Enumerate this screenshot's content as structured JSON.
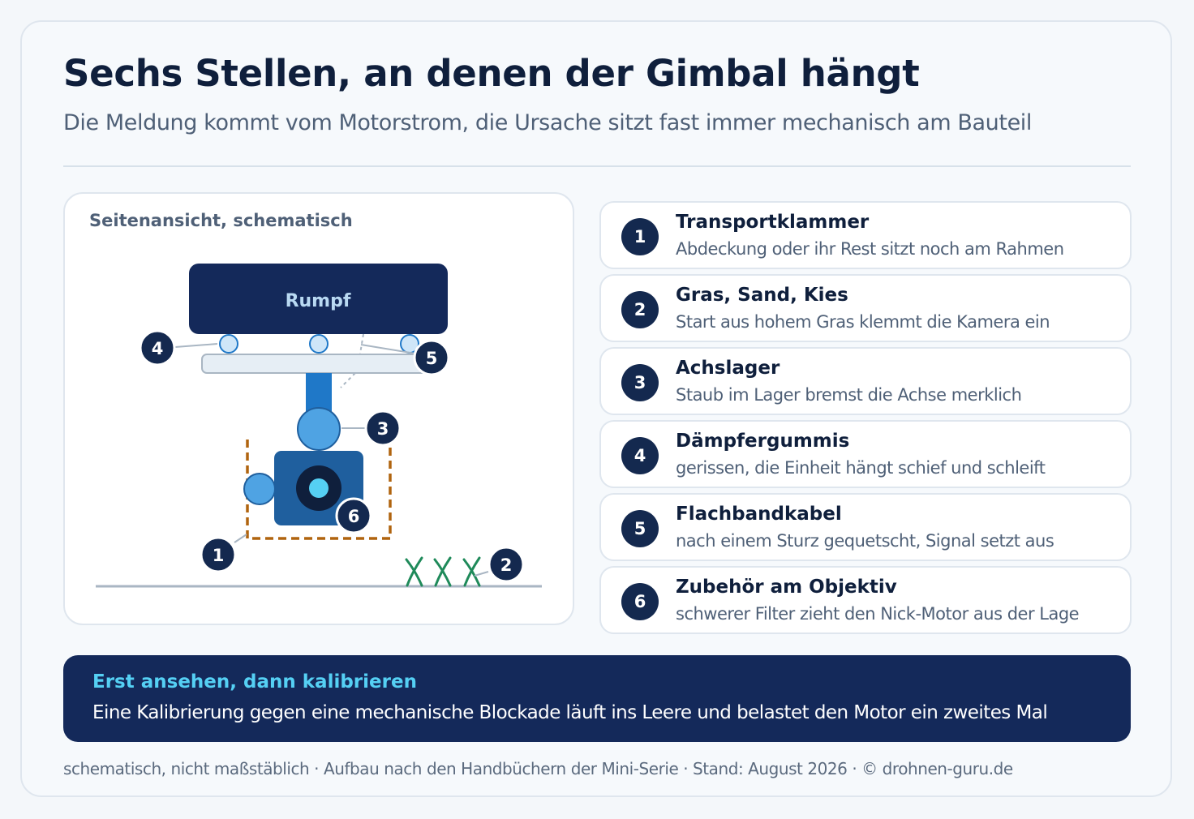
{
  "header": {
    "title": "Sechs Stellen, an denen der Gimbal hängt",
    "subtitle": "Die Meldung kommt vom Motorstrom, die Ursache sitzt fast immer mechanisch am Bauteil"
  },
  "diagram": {
    "label": "Seitenansicht, schematisch",
    "body_label": "Rumpf",
    "markers": [
      "1",
      "2",
      "3",
      "4",
      "5",
      "6"
    ]
  },
  "items": [
    {
      "num": "1",
      "title": "Transportklammer",
      "desc": "Abdeckung oder ihr Rest sitzt noch am Rahmen"
    },
    {
      "num": "2",
      "title": "Gras, Sand, Kies",
      "desc": "Start aus hohem Gras klemmt die Kamera ein"
    },
    {
      "num": "3",
      "title": "Achslager",
      "desc": "Staub im Lager bremst die Achse merklich"
    },
    {
      "num": "4",
      "title": "Dämpfergummis",
      "desc": "gerissen, die Einheit hängt schief und schleift"
    },
    {
      "num": "5",
      "title": "Flachbandkabel",
      "desc": "nach einem Sturz gequetscht, Signal setzt aus"
    },
    {
      "num": "6",
      "title": "Zubehör am Objektiv",
      "desc": "schwerer Filter zieht den Nick-Motor aus der Lage"
    }
  ],
  "banner": {
    "title": "Erst ansehen, dann kalibrieren",
    "text": "Eine Kalibrierung gegen eine mechanische Blockade läuft ins Leere und belastet den Motor ein zweites Mal"
  },
  "footer": "schematisch, nicht maßstäblich · Aufbau nach den Handbüchern der Mini-Serie · Stand: August 2026 · © drohnen-guru.de",
  "colors": {
    "navy": "#14294f",
    "accent_cyan": "#55d0f4",
    "blue": "#1f78c8",
    "light_blue": "#4fa3e3",
    "clamp_brown": "#b0640f",
    "grass_green": "#1f8a5a"
  }
}
